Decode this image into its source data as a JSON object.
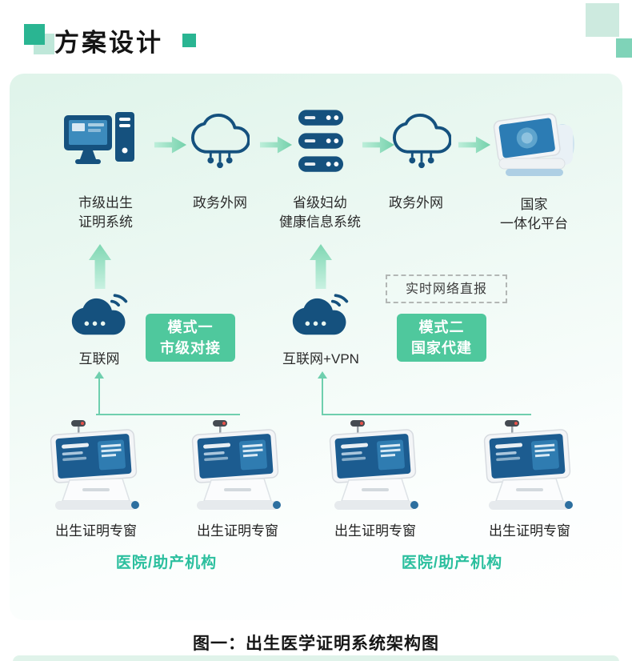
{
  "header": {
    "title": "方案设计"
  },
  "diagram": {
    "top_nodes": [
      {
        "line1": "市级出生",
        "line2": "证明系统"
      },
      {
        "line1": "政务外网",
        "line2": ""
      },
      {
        "line1": "省级妇幼",
        "line2": "健康信息系统"
      },
      {
        "line1": "政务外网",
        "line2": ""
      },
      {
        "line1": "国家",
        "line2": "一体化平台"
      }
    ],
    "realtime_label": "实时网络直报",
    "clouds": [
      {
        "label": "互联网"
      },
      {
        "label": "互联网+VPN"
      }
    ],
    "modes": [
      {
        "line1": "模式一",
        "line2": "市级对接"
      },
      {
        "line1": "模式二",
        "line2": "国家代建"
      }
    ],
    "kiosks": [
      {
        "label": "出生证明专窗"
      },
      {
        "label": "出生证明专窗"
      },
      {
        "label": "出生证明专窗"
      },
      {
        "label": "出生证明专窗"
      }
    ],
    "groups": [
      {
        "label": "医院/助产机构"
      },
      {
        "label": "医院/助产机构"
      }
    ]
  },
  "caption": "图一：出生医学证明系统架构图",
  "colors": {
    "navy": "#15517e",
    "teal_accent": "#2ab592",
    "button_green": "#4fc89d",
    "arrow_green": "#8fdcbd",
    "group_label_teal": "#2bbf9e",
    "panel_mint": "#dff4ea"
  }
}
